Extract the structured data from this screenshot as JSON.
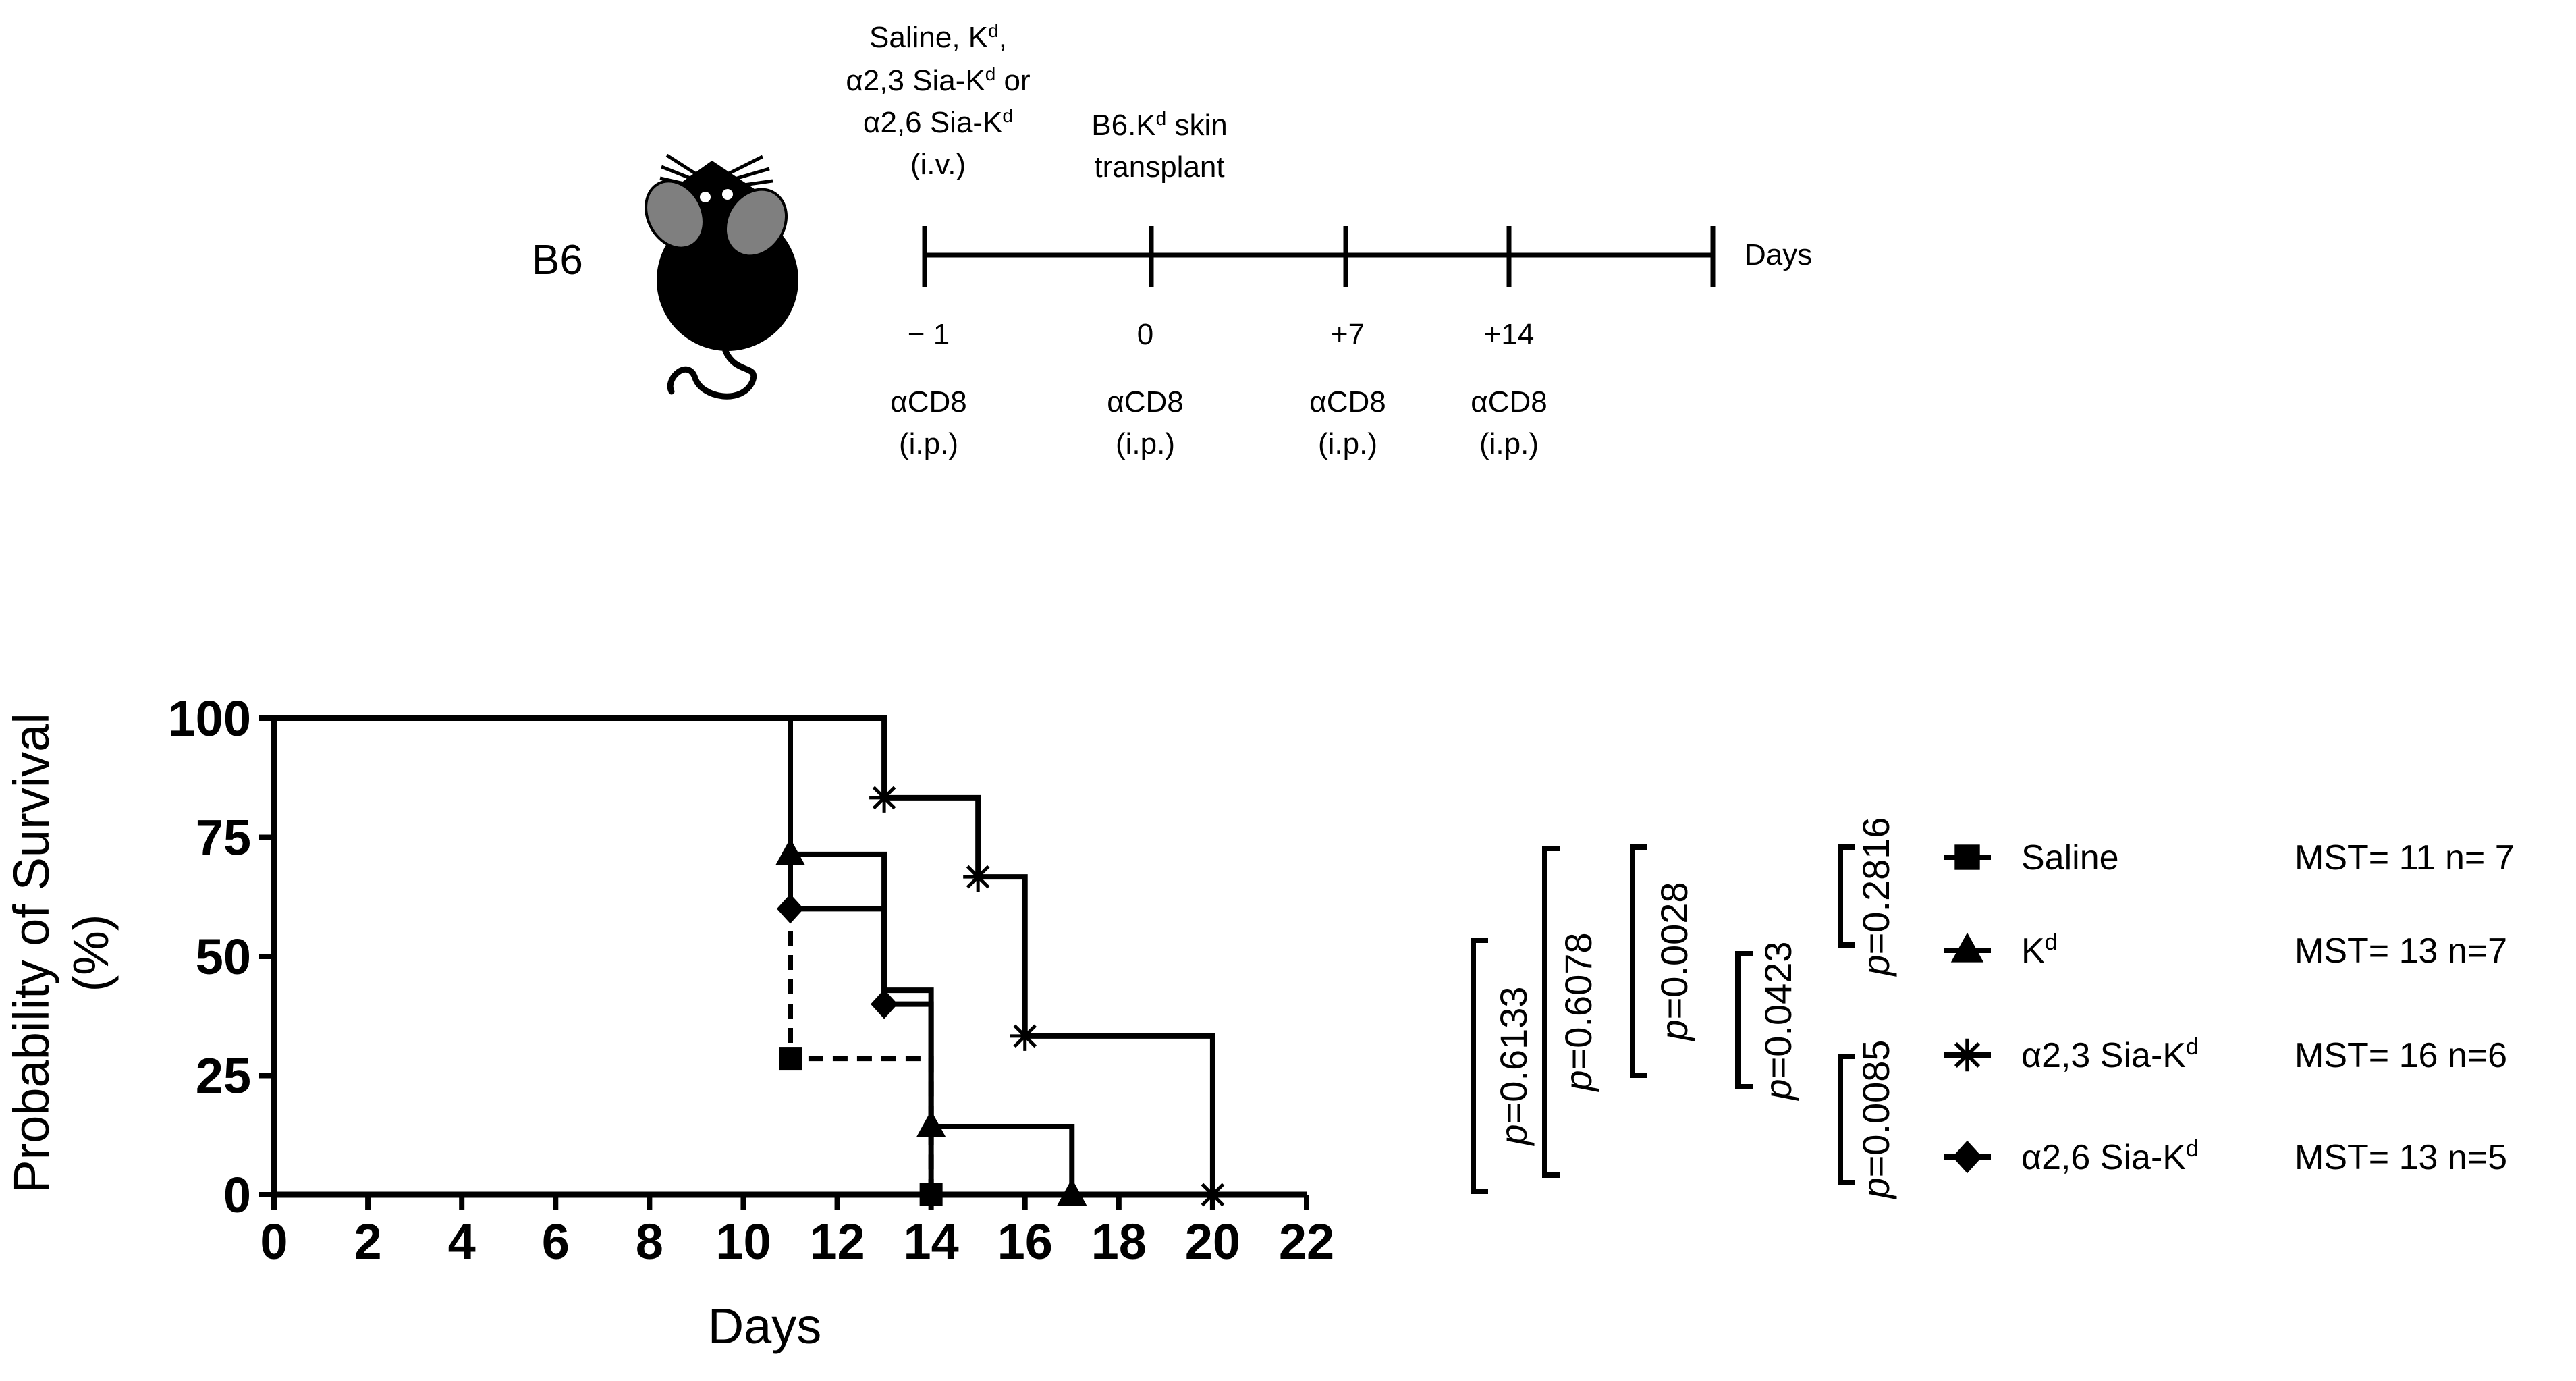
{
  "timeline": {
    "strain_label": "B6",
    "treatment_label": [
      "Saline, K",
      ",",
      "α2,3 Sia-K",
      " or",
      "α2,6 Sia-K",
      "(i.v.)"
    ],
    "treatment_sup": "d",
    "transplant_label": [
      "B6.K",
      " skin",
      "transplant"
    ],
    "transplant_sup": "d",
    "axis_end_label": "Days",
    "ticks": [
      {
        "day": "− 1",
        "antibody": "αCD8",
        "route": "(i.p.)"
      },
      {
        "day": "0",
        "antibody": "αCD8",
        "route": "(i.p.)"
      },
      {
        "day": "+7",
        "antibody": "αCD8",
        "route": "(i.p.)"
      },
      {
        "day": "+14",
        "antibody": "αCD8",
        "route": "(i.p.)"
      }
    ]
  },
  "legend": [
    {
      "name": "Saline",
      "sup": "",
      "mst": "MST= 11  n= 7",
      "marker": "square",
      "dashed": true
    },
    {
      "name": "K",
      "sup": "d",
      "mst": "MST= 13  n=7",
      "marker": "triangle",
      "dashed": false
    },
    {
      "name": "α2,3 Sia-K",
      "sup": "d",
      "mst": "MST= 16  n=6",
      "marker": "asterisk",
      "dashed": false
    },
    {
      "name": "α2,6 Sia-K",
      "sup": "d",
      "mst": "MST= 13 n=5",
      "marker": "diamond",
      "dashed": false
    }
  ],
  "pvalues": [
    {
      "p": "p",
      "text": "=0.6133"
    },
    {
      "p": "p",
      "text": "=0.6078"
    },
    {
      "p": "p",
      "text": "=0.0028"
    },
    {
      "p": "p",
      "text": "=0.0423"
    },
    {
      "p": "p",
      "text": "=0.2816"
    },
    {
      "p": "p",
      "text": "=0.0085"
    }
  ],
  "chart_data": {
    "type": "line",
    "subtype": "kaplan-meier",
    "xlabel": "Days",
    "ylabel": [
      "Probability of Survival",
      "(%)"
    ],
    "xlim": [
      0,
      22
    ],
    "ylim": [
      0,
      100
    ],
    "xticks": [
      0,
      2,
      4,
      6,
      8,
      10,
      12,
      14,
      16,
      18,
      20,
      22
    ],
    "yticks": [
      0,
      25,
      50,
      75,
      100
    ],
    "grid": false,
    "legend_position": "right",
    "series": [
      {
        "name": "Saline",
        "steps": [
          [
            0,
            100
          ],
          [
            11,
            100
          ],
          [
            11,
            28.6
          ],
          [
            14,
            28.6
          ],
          [
            14,
            0
          ]
        ],
        "markers": [
          [
            11,
            28.6
          ],
          [
            14,
            0
          ]
        ]
      },
      {
        "name": "Kd",
        "steps": [
          [
            0,
            100
          ],
          [
            11,
            100
          ],
          [
            11,
            71.4
          ],
          [
            13,
            71.4
          ],
          [
            13,
            42.9
          ],
          [
            14,
            42.9
          ],
          [
            14,
            14.3
          ],
          [
            17,
            14.3
          ],
          [
            17,
            0
          ]
        ],
        "markers": [
          [
            11,
            71.4
          ],
          [
            14,
            14.3
          ],
          [
            17,
            0
          ]
        ]
      },
      {
        "name": "α2,3 Sia-Kd",
        "steps": [
          [
            0,
            100
          ],
          [
            13,
            100
          ],
          [
            13,
            83.3
          ],
          [
            15,
            83.3
          ],
          [
            15,
            66.7
          ],
          [
            16,
            66.7
          ],
          [
            16,
            33.3
          ],
          [
            20,
            33.3
          ],
          [
            20,
            0
          ]
        ],
        "markers": [
          [
            13,
            83.3
          ],
          [
            15,
            66.7
          ],
          [
            16,
            33.3
          ],
          [
            20,
            0
          ]
        ]
      },
      {
        "name": "α2,6 Sia-Kd",
        "steps": [
          [
            0,
            100
          ],
          [
            11,
            100
          ],
          [
            11,
            60
          ],
          [
            13,
            60
          ],
          [
            13,
            40
          ],
          [
            14,
            40
          ],
          [
            14,
            0
          ]
        ],
        "markers": [
          [
            11,
            60
          ],
          [
            13,
            40
          ]
        ]
      }
    ]
  }
}
